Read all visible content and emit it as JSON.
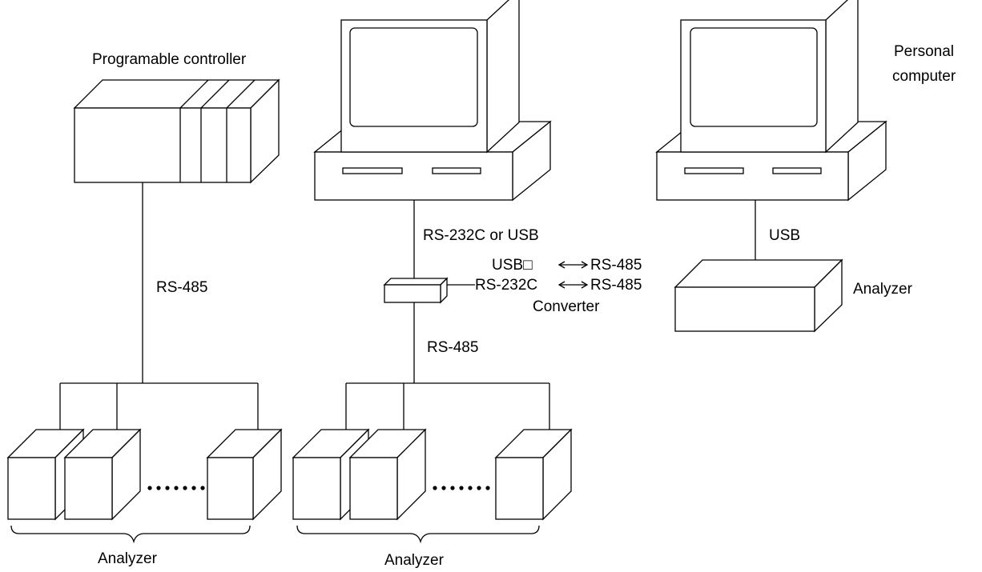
{
  "labels": {
    "plc": "Programable controller",
    "rs485_left": "RS-485",
    "pc_conn": "RS-232C or USB",
    "usb": "USB",
    "conv_line1_left": "USB□",
    "conv_line1_right": "RS-485",
    "conv_line2_left": "RS-232C",
    "conv_line2_right": "RS-485",
    "converter": "Converter",
    "rs485_mid": "RS-485",
    "personal": "Personal",
    "computer": "computer",
    "usb_right": "USB",
    "analyzer_right": "Analyzer",
    "analyzer_left": "Analyzer",
    "analyzer_mid": "Analyzer"
  },
  "icons": {
    "arrow1": "double-arrow-icon",
    "arrow2": "double-arrow-icon"
  }
}
